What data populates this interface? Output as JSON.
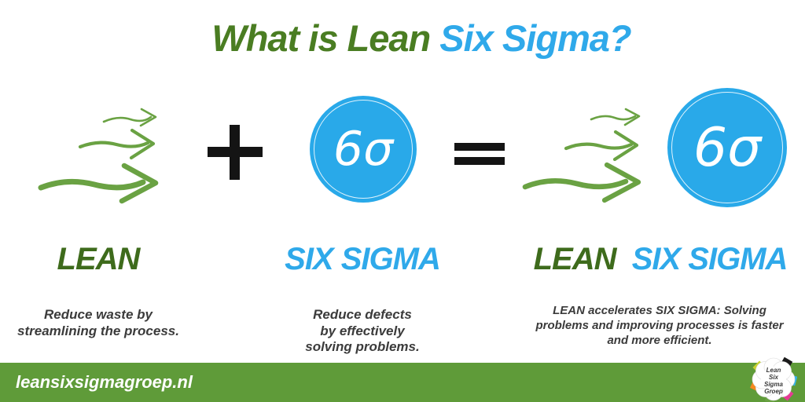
{
  "title": {
    "lean_part": "What is Lean ",
    "six_sigma_part": "Six Sigma?"
  },
  "sections": {
    "lean": {
      "heading": "LEAN",
      "desc_lines": [
        "Reduce waste by",
        "streamlining the process."
      ]
    },
    "six_sigma": {
      "badge": "6σ",
      "heading": "SIX SIGMA",
      "desc_lines": [
        "Reduce defects",
        "by effectively",
        "solving problems."
      ]
    },
    "lean_six_sigma": {
      "badge": "6σ",
      "heading_lean": "LEAN ",
      "heading_six_sigma": " SIX SIGMA",
      "description": "LEAN accelerates SIX SIGMA: Solving problems and improving processes is faster and more efficient."
    }
  },
  "operators": {
    "plus": "+",
    "equals": "="
  },
  "footer": {
    "website": "leansixsigmagroep.nl",
    "logo_lines": [
      "Lean",
      "Six",
      "Sigma",
      "Groep"
    ]
  },
  "colors": {
    "title_green": "#4a7d22",
    "accent_blue": "#2fa9ea",
    "heading_green": "#3e6b1c",
    "arrow_green": "#6aa243",
    "circle_blue": "#29a9e9",
    "footer_green": "#5f9b39",
    "body_text": "#3b3b3b",
    "operator_black": "#141414"
  }
}
